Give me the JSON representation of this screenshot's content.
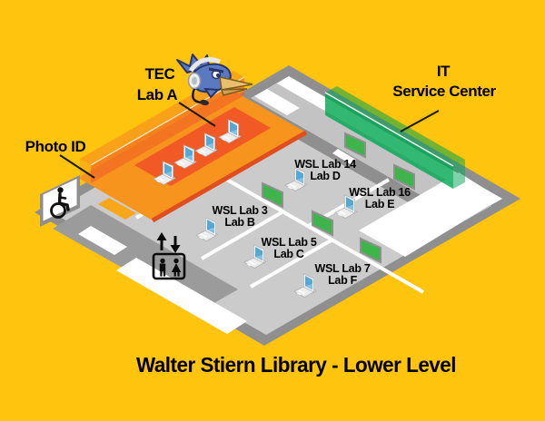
{
  "title": "Walter Stiern Library - Lower Level",
  "colors": {
    "background": "#FFC40D",
    "wall_gray": "#8F8F8F",
    "floor_gray": "#CBCBCB",
    "walkway_gray": "#C3C3C3",
    "hall_gray": "#9B9B9B",
    "orange": "#F7941E",
    "orange_dark": "#F15A24",
    "green_box": "#00A651",
    "monitor_green": "#3DB54A",
    "laptop_screen": "#56A7D4"
  },
  "map": {
    "tec_lab": {
      "line1": "TEC",
      "line2": "Lab A"
    },
    "photo_id": {
      "label": "Photo ID"
    },
    "it_center": {
      "line1": "IT",
      "line2": "Service Center"
    },
    "labs": [
      {
        "id": "lab-d",
        "line1": "WSL Lab 14",
        "line2": "Lab D"
      },
      {
        "id": "lab-e",
        "line1": "WSL Lab 16",
        "line2": "Lab E"
      },
      {
        "id": "lab-b",
        "line1": "WSL Lab 3",
        "line2": "Lab B"
      },
      {
        "id": "lab-c",
        "line1": "WSL Lab 5",
        "line2": "Lab C"
      },
      {
        "id": "lab-f",
        "line1": "WSL Lab 7",
        "line2": "Lab F"
      }
    ],
    "icons": {
      "wheelchair": "wheelchair-accessible-entrance-icon",
      "elevator": "elevator-icon",
      "mascot": "roadrunner-mascot-logo",
      "monitor": "green-display-screen",
      "laptop": "laptop-computer"
    }
  }
}
